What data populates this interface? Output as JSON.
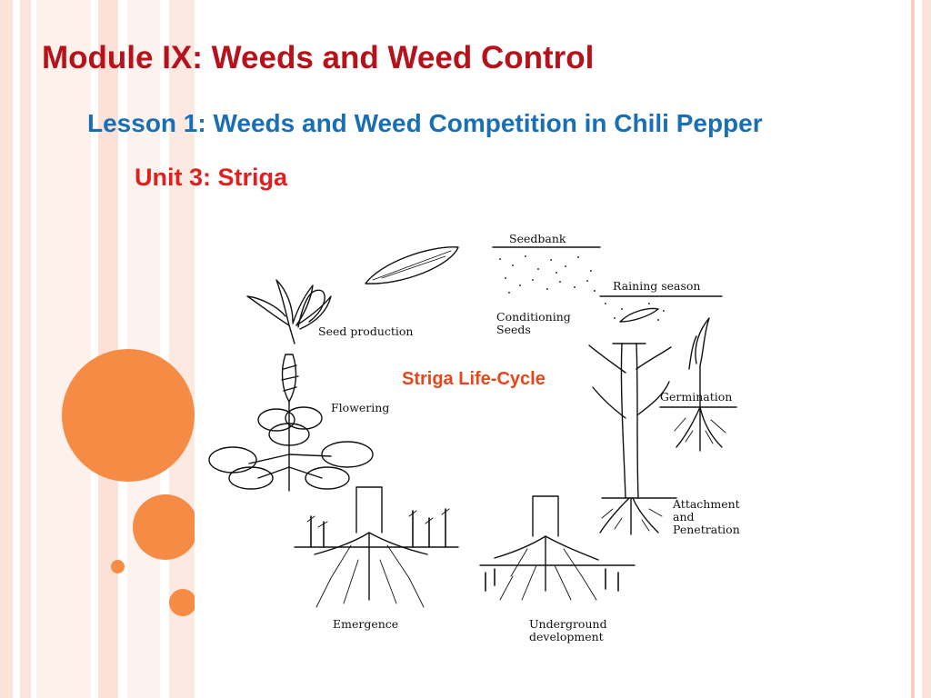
{
  "slide": {
    "title": "Module IX: Weeds and Weed Control",
    "subtitle": "Lesson 1: Weeds and Weed Competition in Chili Pepper",
    "unit": "Unit 3: Striga"
  },
  "figure": {
    "cycle_title": "Striga Life-Cycle",
    "stages": {
      "seedbank": "Seedbank",
      "raining_season": "Raining season",
      "conditioning_line1": "Conditioning",
      "conditioning_line2": "Seeds",
      "germination": "Germination",
      "attachment_line1": "Attachment",
      "attachment_line2": "and",
      "attachment_line3": "Penetration",
      "underground_line1": "Underground",
      "underground_line2": "development",
      "emergence": "Emergence",
      "flowering": "Flowering",
      "seed_production": "Seed production"
    }
  },
  "colors": {
    "title": "#b5121b",
    "subtitle": "#1a6fb4",
    "unit": "#e11f1f",
    "cycle_title": "#e8461d",
    "circles": "#f58b44"
  }
}
